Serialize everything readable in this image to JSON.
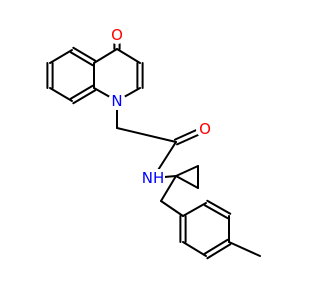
{
  "molecule": {
    "atoms": {
      "carbonyl_oxygen_ring": {
        "label": "O",
        "color": "#ff0000"
      },
      "ring_nitrogen": {
        "label": "N",
        "color": "#0000ff"
      },
      "amide_oxygen": {
        "label": "O",
        "color": "#ff0000"
      },
      "amide_nitrogen": {
        "label": "NH",
        "color": "#0000ff"
      }
    },
    "bond_color": "#000000",
    "background": "#ffffff"
  }
}
